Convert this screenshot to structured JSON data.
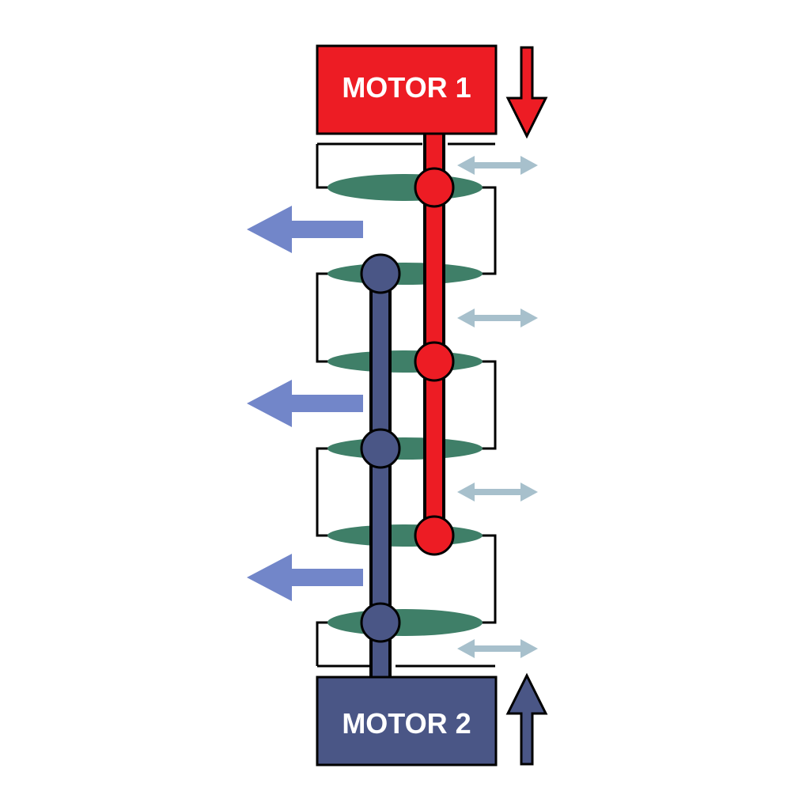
{
  "motors": {
    "motor1": {
      "label": "MOTOR 1",
      "color": "#ed1c24"
    },
    "motor2": {
      "label": "MOTOR 2",
      "color": "#4a5686"
    }
  },
  "colors": {
    "paddle": "#3f7f68",
    "flow_arrow": "#7286c9",
    "oscillation_arrow": "#a7c0cc",
    "frame_line": "#000000",
    "background": "#ffffff"
  },
  "icons": {
    "motor1_direction": "arrow-down-icon",
    "motor2_direction": "arrow-up-icon",
    "flow": "arrow-left-icon",
    "oscillation": "double-arrow-horizontal-icon"
  },
  "counts": {
    "paddles": 6,
    "flow_arrows": 3,
    "oscillation_arrows": 4
  }
}
